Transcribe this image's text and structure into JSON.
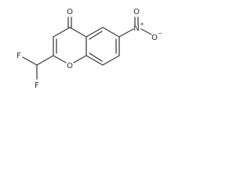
{
  "molecule": {
    "atoms": {
      "carbonyl_oxygen": "O",
      "ring_oxygen": "O",
      "nitro_nitrogen": "N",
      "nitro_nitrogen_charge": "+",
      "nitro_oxygen_single": "O",
      "nitro_oxygen_charge": "−",
      "nitro_oxygen_double": "O",
      "fluorine_left": "F",
      "fluorine_bottom": "F"
    }
  }
}
